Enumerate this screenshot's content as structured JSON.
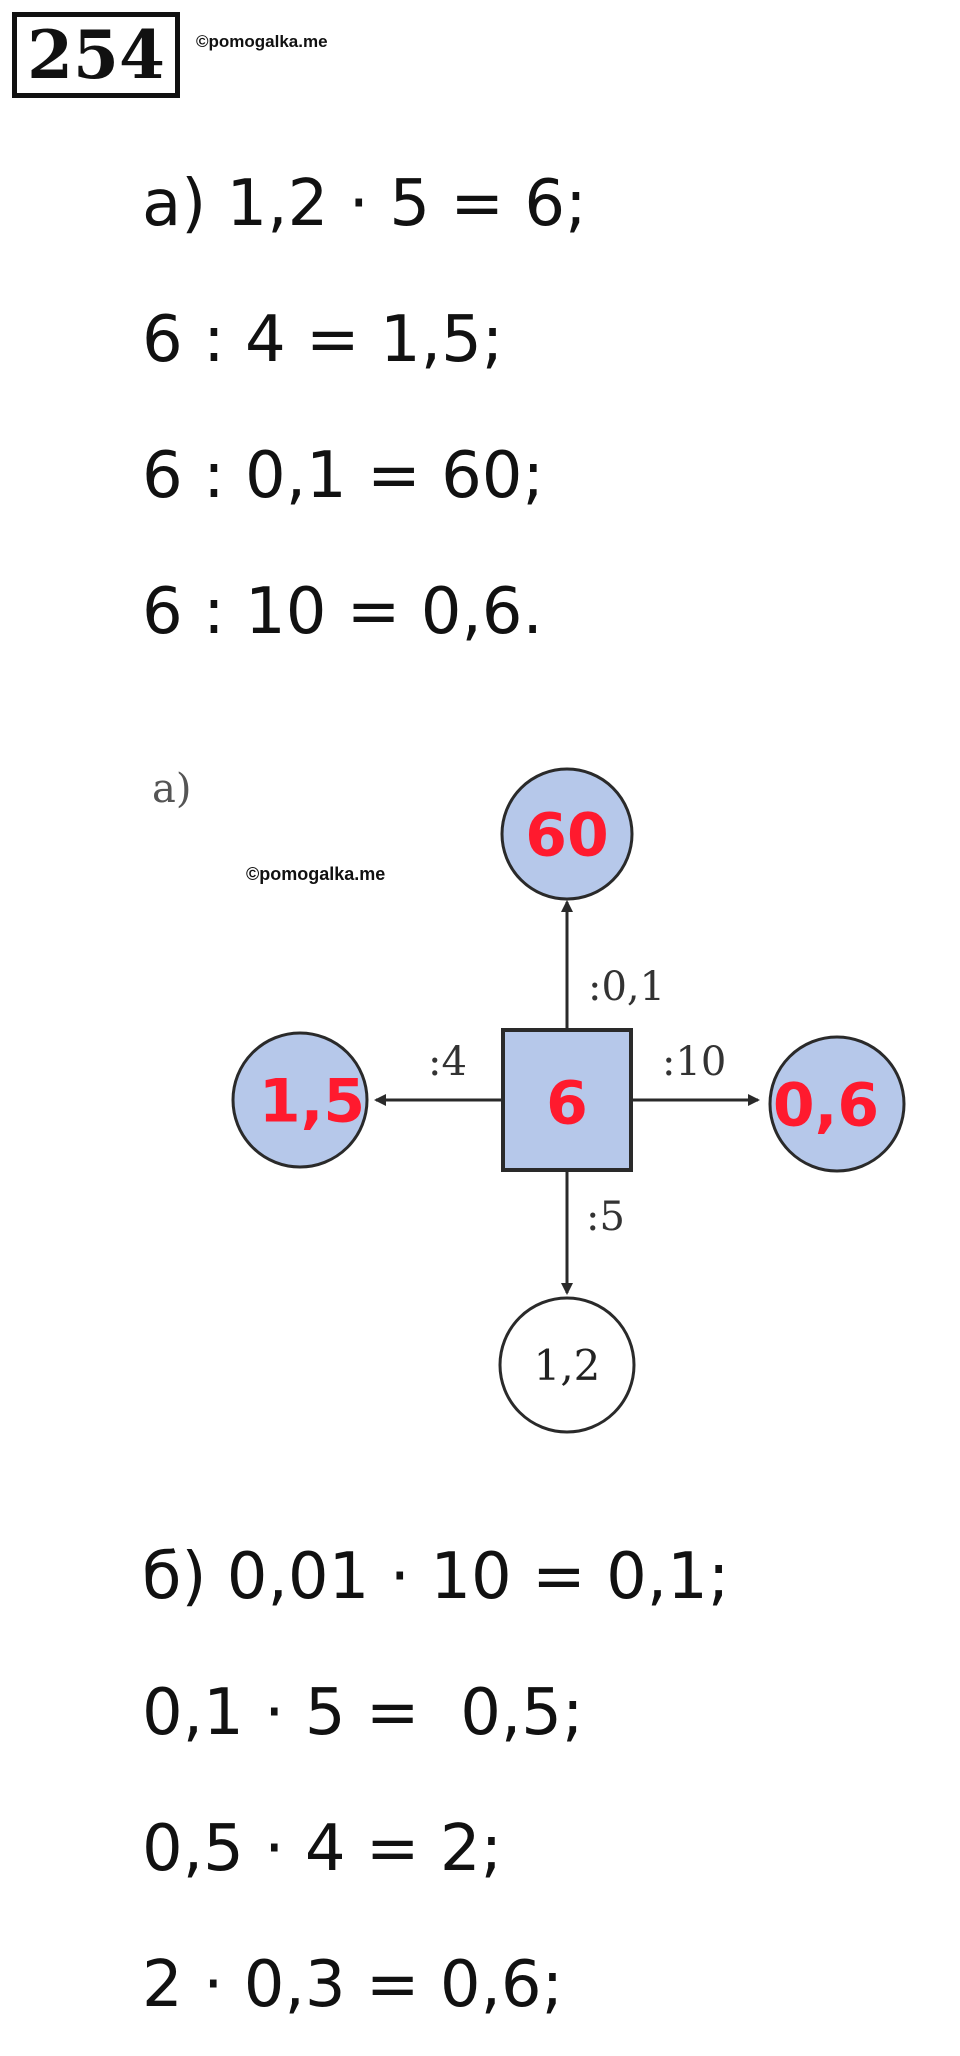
{
  "header": {
    "problem_number": "254",
    "watermark": "©pomogalka.me"
  },
  "part_a": {
    "lines": [
      "а) 1,2 · 5 = 6;",
      "6 : 4 = 1,5;",
      "6 : 0,1 = 60;",
      "6 : 10 = 0,6."
    ]
  },
  "diagram": {
    "label": "а)",
    "watermark": "©pomogalka.me",
    "center": "6",
    "top": {
      "value": "60",
      "op": ":0,1"
    },
    "left": {
      "value": "1,5",
      "op": ":4"
    },
    "right": {
      "value": "0,6",
      "op": ":10"
    },
    "bottom": {
      "value": "1,2",
      "op": ":5"
    },
    "colors": {
      "fill": "#b6c8ea",
      "answer": "#ff1a2e",
      "stroke": "#2a2a2a"
    }
  },
  "part_b": {
    "lines": [
      "б) 0,01 · 10 = 0,1;",
      "0,1 · 5 =  0,5;",
      "0,5 · 4 = 2;",
      "2 · 0,3 = 0,6;"
    ]
  }
}
